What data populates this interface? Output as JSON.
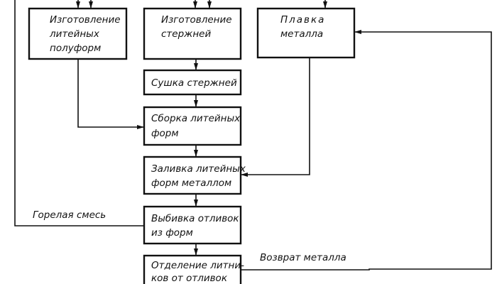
{
  "diagram": {
    "boxes": {
      "mold_halves": [
        "Изготовление",
        "литейных",
        "полуформ"
      ],
      "cores": [
        "Изготовление",
        "стержней"
      ],
      "melting": [
        "Плавка",
        "металла"
      ],
      "core_drying": [
        "Сушка стержней"
      ],
      "mold_assembly": [
        "Сборка литейных",
        "форм"
      ],
      "pouring": [
        "Заливка литейных",
        "форм металлом"
      ],
      "shakeout": [
        "Выбивка отливок",
        "из форм"
      ],
      "gate_removal": [
        "Отделение литни-",
        "ков от отливок"
      ]
    },
    "labels": {
      "burnt_sand": "Горелая смесь",
      "metal_return": "Возврат металла"
    }
  }
}
